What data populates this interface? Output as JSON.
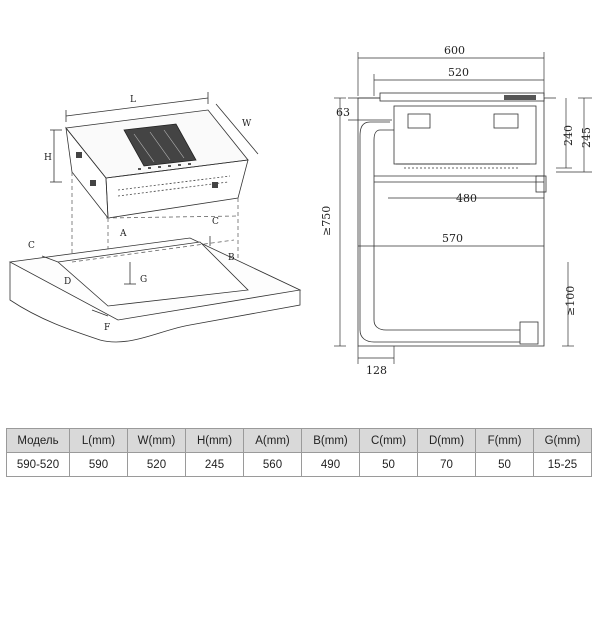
{
  "drawing": {
    "left": {
      "labels": {
        "L": "L",
        "W": "W",
        "H": "H",
        "A": "A",
        "B": "B",
        "C1": "C",
        "C2": "C",
        "D": "D",
        "F": "F",
        "G": "G"
      }
    },
    "right": {
      "dims": {
        "d600": "600",
        "d520": "520",
        "d63": "63",
        "d240": "240",
        "d245": "245",
        "d750": "≥750",
        "d480": "480",
        "d570": "570",
        "d100": "≥100",
        "d128": "128"
      }
    }
  },
  "spec_table": {
    "headers": [
      "Модель",
      "L(mm)",
      "W(mm)",
      "H(mm)",
      "A(mm)",
      "B(mm)",
      "C(mm)",
      "D(mm)",
      "F(mm)",
      "G(mm)"
    ],
    "rows": [
      [
        "590-520",
        "590",
        "520",
        "245",
        "560",
        "490",
        "50",
        "70",
        "50",
        "15-25"
      ]
    ]
  }
}
